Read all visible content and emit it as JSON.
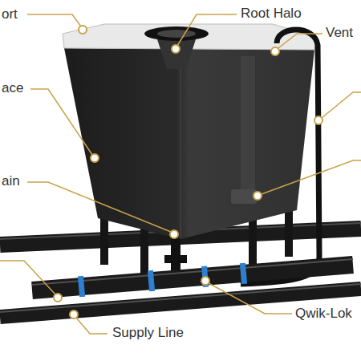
{
  "diagram": {
    "labels": [
      "ort",
      "Root Halo",
      "Vent",
      "ace",
      "ain",
      "Qwik-Lok",
      "Supply Line"
    ]
  }
}
